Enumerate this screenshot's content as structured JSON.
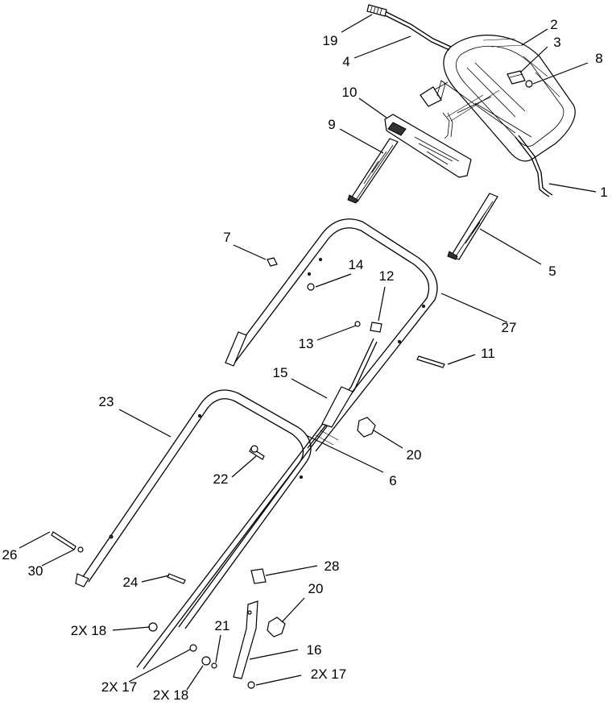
{
  "callouts": [
    {
      "id": "c1",
      "text": "1"
    },
    {
      "id": "c2",
      "text": "2"
    },
    {
      "id": "c3",
      "text": "3"
    },
    {
      "id": "c4",
      "text": "4"
    },
    {
      "id": "c5",
      "text": "5"
    },
    {
      "id": "c6",
      "text": "6"
    },
    {
      "id": "c7",
      "text": "7"
    },
    {
      "id": "c8",
      "text": "8"
    },
    {
      "id": "c9",
      "text": "9"
    },
    {
      "id": "c10",
      "text": "10"
    },
    {
      "id": "c11",
      "text": "11"
    },
    {
      "id": "c12",
      "text": "12"
    },
    {
      "id": "c13",
      "text": "13"
    },
    {
      "id": "c14",
      "text": "14"
    },
    {
      "id": "c15",
      "text": "15"
    },
    {
      "id": "c16",
      "text": "16"
    },
    {
      "id": "c17a",
      "text": "2X 17"
    },
    {
      "id": "c17b",
      "text": "2X 17"
    },
    {
      "id": "c18a",
      "text": "2X 18"
    },
    {
      "id": "c18b",
      "text": "2X 18"
    },
    {
      "id": "c19",
      "text": "19"
    },
    {
      "id": "c20a",
      "text": "20"
    },
    {
      "id": "c20b",
      "text": "20"
    },
    {
      "id": "c21",
      "text": "21"
    },
    {
      "id": "c22",
      "text": "22"
    },
    {
      "id": "c23",
      "text": "23"
    },
    {
      "id": "c24",
      "text": "24"
    },
    {
      "id": "c26",
      "text": "26"
    },
    {
      "id": "c27",
      "text": "27"
    },
    {
      "id": "c28",
      "text": "28"
    },
    {
      "id": "c30",
      "text": "30"
    }
  ]
}
